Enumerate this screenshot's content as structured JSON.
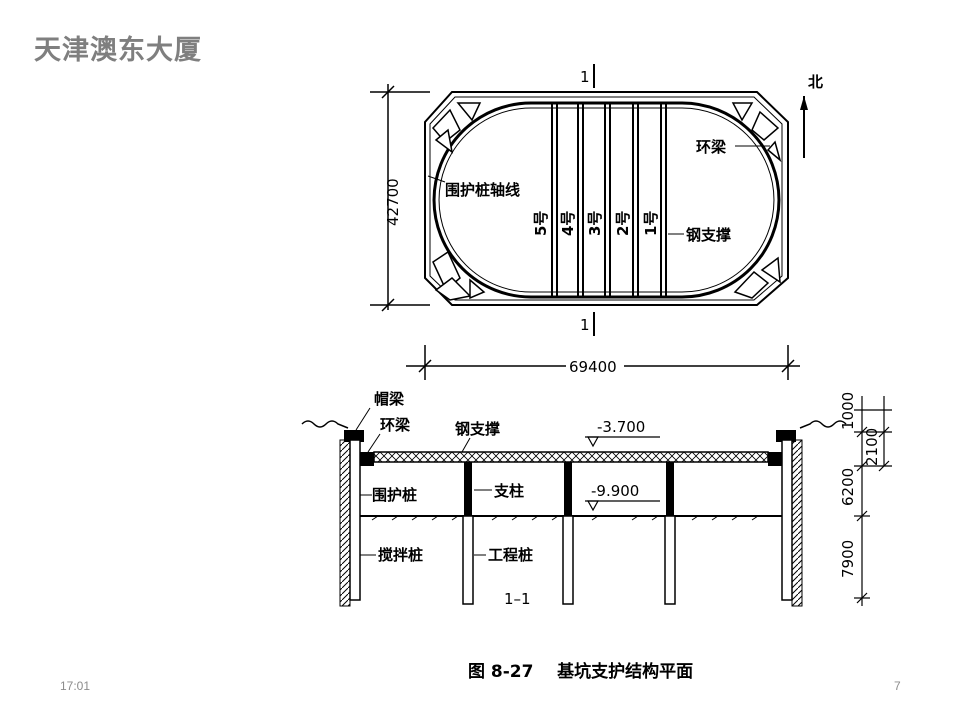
{
  "slide": {
    "title": "天津澳东大厦",
    "time": "17:01",
    "page_number": "7"
  },
  "plan": {
    "section_mark_top": "1",
    "section_mark_bottom": "1",
    "north_label": "北",
    "dim_height": "42700",
    "dim_width": "69400",
    "ring_beam_label": "环梁",
    "pile_axis_label": "围护桩轴线",
    "steel_brace_label": "钢支撑",
    "brace_labels": [
      "5号",
      "4号",
      "3号",
      "2号",
      "1号"
    ]
  },
  "section": {
    "cap_beam_label": "帽梁",
    "ring_beam_label": "环梁",
    "steel_brace_label": "钢支撑",
    "level_top": "-3.700",
    "level_bottom": "-9.900",
    "pile_label": "围护桩",
    "column_label": "支柱",
    "mixing_pile_label": "搅拌桩",
    "eng_pile_label": "工程桩",
    "section_name": "1–1",
    "dims": [
      "1000",
      "2100",
      "6200",
      "7900"
    ]
  },
  "caption": "图 8-27    基坑支护结构平面"
}
